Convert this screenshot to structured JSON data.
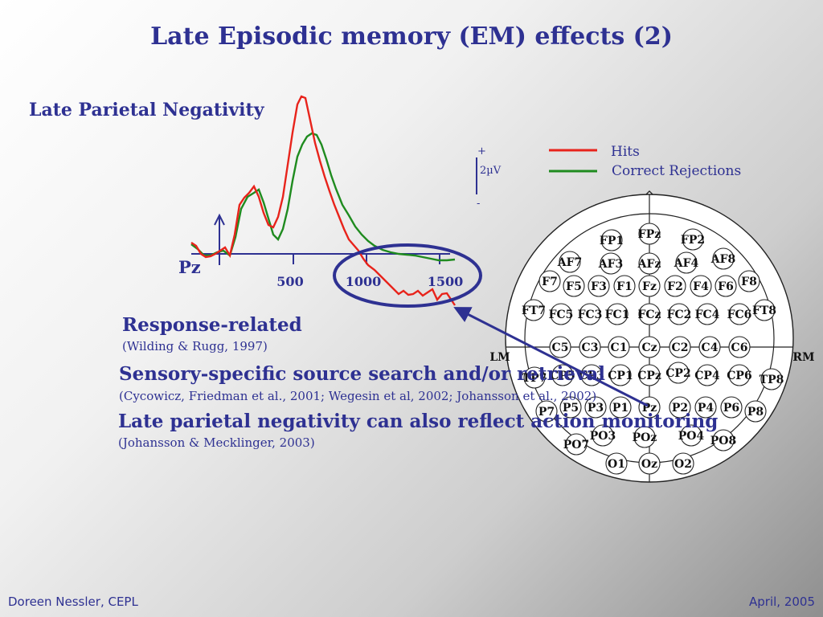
{
  "slide": {
    "title": "Late Episodic memory (EM) effects (2)",
    "subtitle": "Late Parietal Negativity"
  },
  "erp": {
    "electrode_label": "Pz",
    "ticks": [
      "500",
      "1000",
      "1500"
    ],
    "scale_plus": "+",
    "scale_label": "2µV",
    "scale_minus": "-",
    "colors": {
      "hits": "#e8231b",
      "correct_rejections": "#1f8b1f",
      "axis": "#2e3192"
    }
  },
  "legend": [
    {
      "label": "Hits",
      "color": "#e8231b"
    },
    {
      "label": "Correct Rejections",
      "color": "#1f8b1f"
    }
  ],
  "points": [
    {
      "heading": "Response-related",
      "citation": "(Wilding & Rugg, 1997)"
    },
    {
      "heading": "Sensory-specific source search and/or retrieval",
      "citation": "(Cycowicz, Friedman et al., 2001; Wegesin et al, 2002; Johansson et al., 2002)"
    },
    {
      "heading": "Late parietal negativity can also reflect action monitoring",
      "citation": "(Johansson & Mecklinger, 2003)"
    }
  ],
  "montage": {
    "side_labels": {
      "left": "LM",
      "right": "RM"
    },
    "electrodes": [
      "FP1",
      "FPz",
      "FP2",
      "AF7",
      "AF3",
      "AFz",
      "AF4",
      "AF8",
      "F7",
      "F5",
      "F3",
      "F1",
      "Fz",
      "F2",
      "F4",
      "F6",
      "F8",
      "FT7",
      "FC5",
      "FC3",
      "FC1",
      "FCz",
      "FC2",
      "FC4",
      "FC6",
      "FT8",
      "C5",
      "C3",
      "C1",
      "Cz",
      "C2",
      "C4",
      "C6",
      "TP7",
      "CP5",
      "CP3",
      "CP1",
      "CPz",
      "CP2",
      "CP4",
      "CP6",
      "TP8",
      "P7",
      "P5",
      "P3",
      "P1",
      "Pz",
      "P2",
      "P4",
      "P6",
      "P8",
      "PO7",
      "PO3",
      "POz",
      "PO4",
      "PO8",
      "O1",
      "Oz",
      "O2"
    ]
  },
  "footer": {
    "left": "Doreen Nessler, CEPL",
    "right": "April, 2005"
  }
}
